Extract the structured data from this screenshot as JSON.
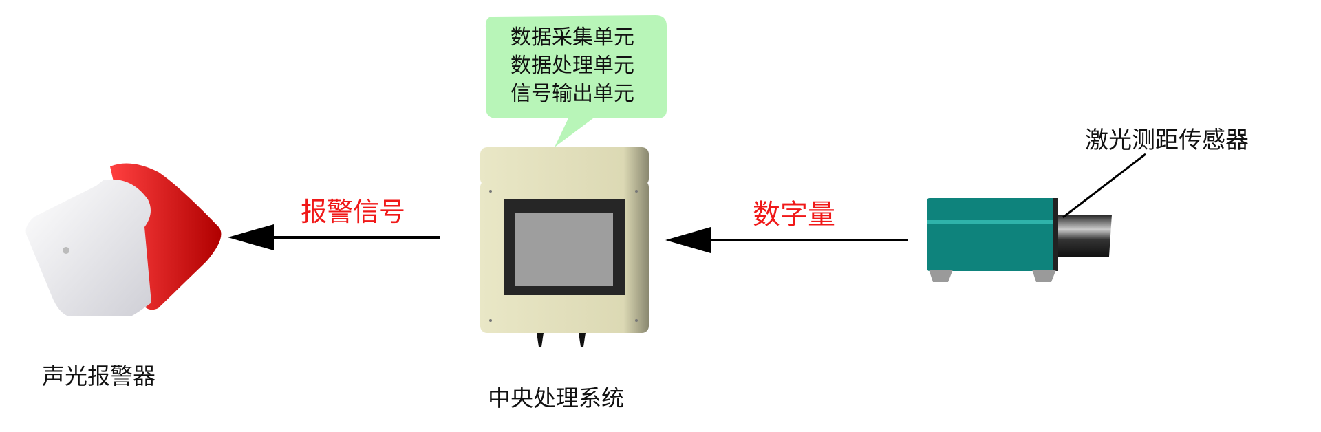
{
  "bubble": {
    "lines": [
      "数据采集单元",
      "数据处理单元",
      "信号输出单元"
    ],
    "color": "#b8f5b8"
  },
  "central": {
    "label": "中央处理系统",
    "color": "#dddab5"
  },
  "alarm": {
    "label": "声光报警器"
  },
  "sensor": {
    "label": "激光测距传感器",
    "color": "#0e837c"
  },
  "arrows": {
    "alarm_signal": "报警信号",
    "digital": "数字量",
    "signal_color": "#f01818"
  }
}
